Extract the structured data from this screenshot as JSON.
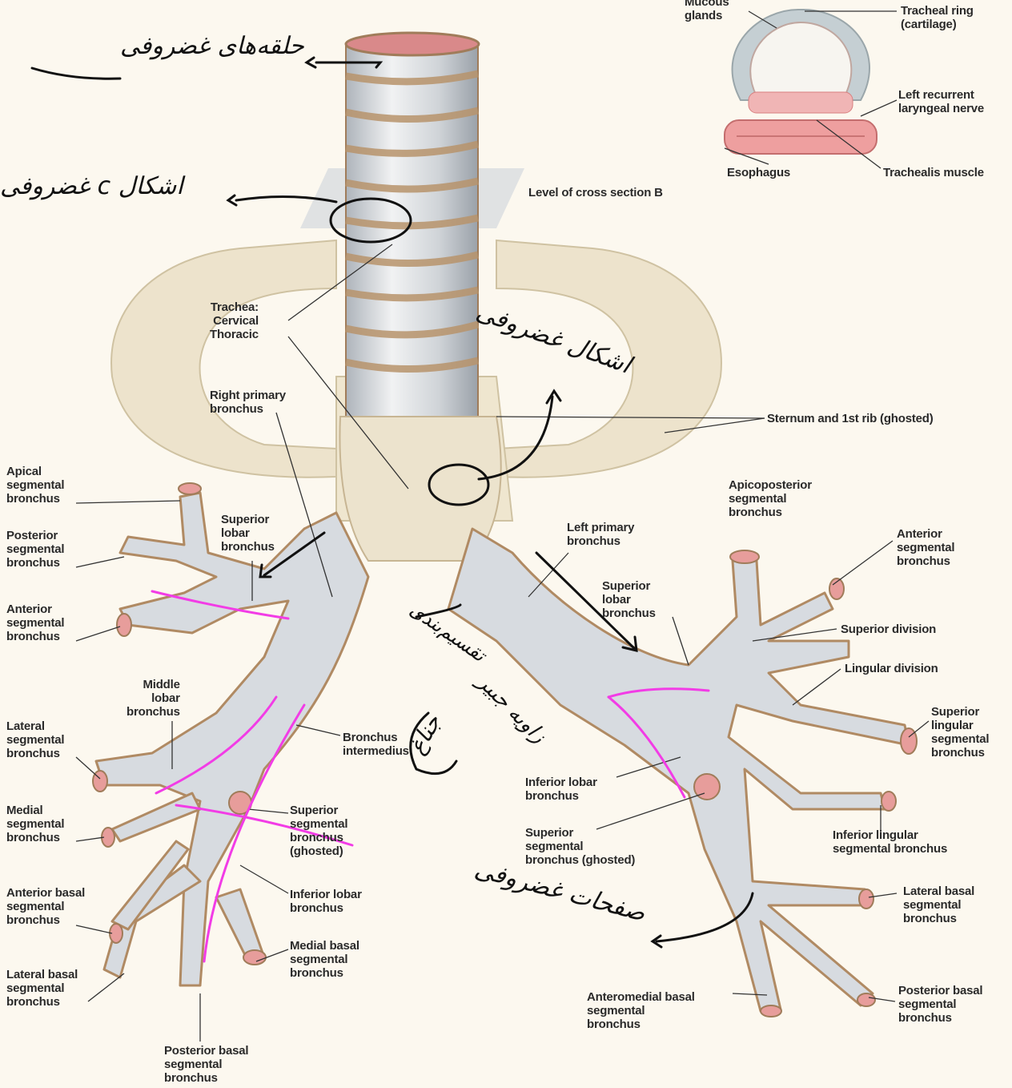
{
  "labels": {
    "mucous_glands": "Mucous\nglands",
    "tracheal_ring": "Tracheal ring\n(cartilage)",
    "left_recurrent": "Left recurrent\nlaryngeal nerve",
    "esophagus": "Esophagus",
    "trachealis": "Trachealis muscle",
    "cross_section": "Level of cross section B",
    "trachea": "Trachea:\nCervical\nThoracic",
    "right_primary": "Right primary\nbronchus",
    "sternum": "Sternum and 1st rib (ghosted)",
    "apical": "Apical\nsegmental\nbronchus",
    "posterior_seg": "Posterior\nsegmental\nbronchus",
    "anterior_seg_r": "Anterior\nsegmental\nbronchus",
    "superior_lobar_r": "Superior\nlobar\nbronchus",
    "middle_lobar": "Middle\nlobar\nbronchus",
    "lateral_seg": "Lateral\nsegmental\nbronchus",
    "medial_seg": "Medial\nsegmental\nbronchus",
    "bronchus_intermedius": "Bronchus\nintermedius",
    "superior_seg_r": "Superior\nsegmental\nbronchus\n(ghosted)",
    "inferior_lobar_r": "Inferior lobar\nbronchus",
    "anterior_basal": "Anterior basal\nsegmental\nbronchus",
    "medial_basal": "Medial basal\nsegmental\nbronchus",
    "lateral_basal_r": "Lateral basal\nsegmental\nbronchus",
    "posterior_basal_r": "Posterior basal\nsegmental\nbronchus",
    "apicoposterior": "Apicoposterior\nsegmental\nbronchus",
    "anterior_seg_l": "Anterior\nsegmental\nbronchus",
    "left_primary": "Left primary\nbronchus",
    "superior_lobar_l": "Superior\nlobar\nbronchus",
    "superior_division": "Superior division",
    "lingular_division": "Lingular division",
    "superior_lingular": "Superior\nlingular\nsegmental\nbronchus",
    "inferior_lobar_l": "Inferior lobar\nbronchus",
    "superior_seg_l": "Superior\nsegmental\nbronchus (ghosted)",
    "inferior_lingular": "Inferior lingular\nsegmental bronchus",
    "lateral_basal_l": "Lateral basal\nsegmental\nbronchus",
    "anteromedial_basal": "Anteromedial basal\nsegmental\nbronchus",
    "posterior_basal_l": "Posterior basal\nsegmental\nbronchus"
  },
  "handwriting": {
    "note_rings": "حلقه‌های غضروفی",
    "note_c_shaped_top": "اشکال c غضروفی",
    "note_c_shaped_mid": "اشکال غضروفی",
    "note_flattened": "تقسیم‌بندی",
    "note_carina": "زاویه جبیر",
    "note_junction": "جناغ",
    "note_plates": "صفحات غضروفی"
  },
  "colors": {
    "annotation_pink": "#f23ce6",
    "ink": "#111111",
    "cartilage": "#d9dcdf",
    "band": "#c89c74"
  }
}
